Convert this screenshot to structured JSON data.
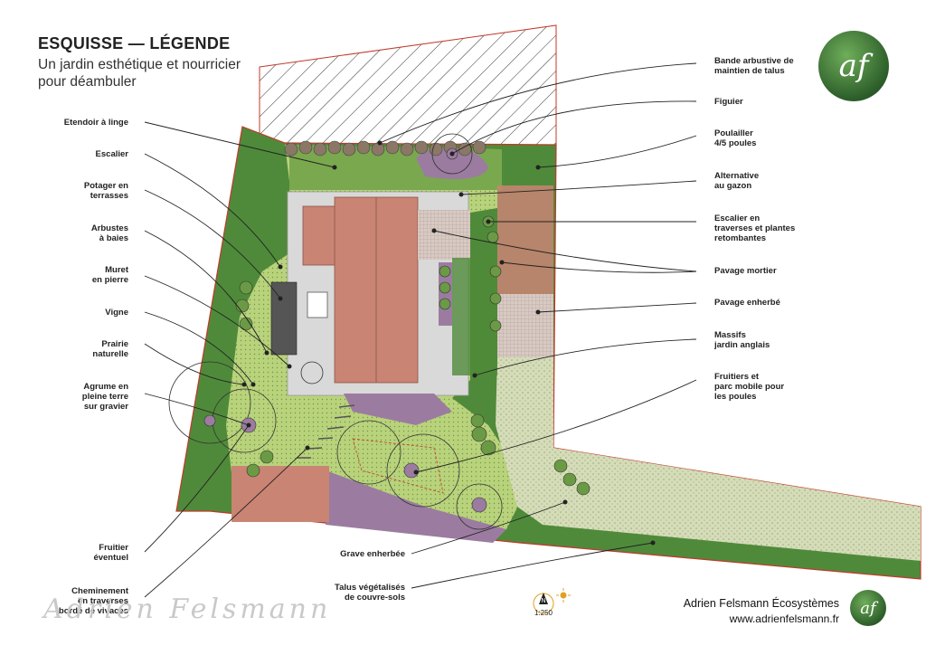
{
  "header": {
    "title": "ESQUISSE — LÉGENDE",
    "subtitle": "Un jardin esthétique et nourricier pour déambuler"
  },
  "legend_left": [
    "Etendoir à linge",
    "Escalier",
    "Potager en\nterrasses",
    "Arbustes\nà baies",
    "Muret\nen pierre",
    "Vigne",
    "Prairie\nnaturelle",
    "Agrume en\npleine terre\nsur gravier",
    "Fruitier\néventuel",
    "Cheminement\nen traverses\nbordé de vivaces"
  ],
  "legend_right": [
    "Bande arbustive de\nmaintien de talus",
    "Figuier",
    "Poulailler\n4/5 poules",
    "Alternative\nau gazon",
    "Escalier en\ntraverses et plantes\nretombantes",
    "Pavage mortier",
    "Pavage enherbé",
    "Massifs\njardin anglais",
    "Fruitiers et\nparc mobile pour\nles poules"
  ],
  "legend_bottom": [
    "Grave enherbée",
    "Talus végétalisés\nde couvre-sols"
  ],
  "compass": {
    "north": "N",
    "scale": "1:250"
  },
  "footer": {
    "company": "Adrien Felsmann Écosystèmes",
    "url": "www.adrienfelsmann.fr",
    "signature": "Adrien Felsmann"
  },
  "logo": {
    "text": "af"
  },
  "colors": {
    "lawn": "#b7d37a",
    "dark_green": "#4f8a3a",
    "mid_green": "#7aa84e",
    "house_roof": "#c98474",
    "paving": "#d9d9d9",
    "mauve": "#9b7ca0",
    "gravel": "#cfd7b4",
    "hatch_line": "#333333",
    "border_red": "#c0392b"
  }
}
